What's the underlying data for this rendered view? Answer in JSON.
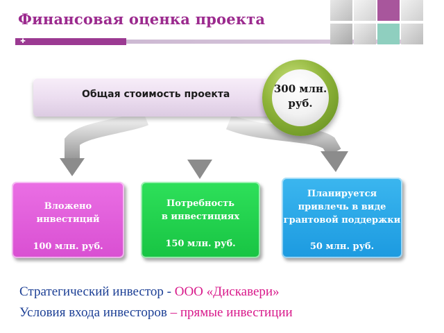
{
  "slide": {
    "title": "Финансовая оценка проекта",
    "total": {
      "label": "Общая стоимость проекта",
      "value": "300 млн.\nруб."
    },
    "boxes": [
      {
        "text": "Вложено\nинвестиций",
        "value": "100 млн. руб.",
        "color": "#dd57d6"
      },
      {
        "text": "Потребность\nв инвестициях",
        "value": "150 млн. руб.",
        "color": "#22d24f"
      },
      {
        "text": "Планируется\nпривлечь в виде\nгрантовой поддержки",
        "value": "50 млн. руб.",
        "color": "#28a7e8"
      }
    ],
    "investor": {
      "label": "Стратегический инвестор",
      "separator": "-",
      "name": "ООО «Дискавери»"
    },
    "entry": {
      "label": "Условия входа инвесторов",
      "separator": "–",
      "value": "прямые инвестиции"
    }
  },
  "colors": {
    "title": "#9b2a8e",
    "accent": "#d8198a",
    "text_blue": "#1c3f95",
    "circle_green": "#8fb43a"
  }
}
